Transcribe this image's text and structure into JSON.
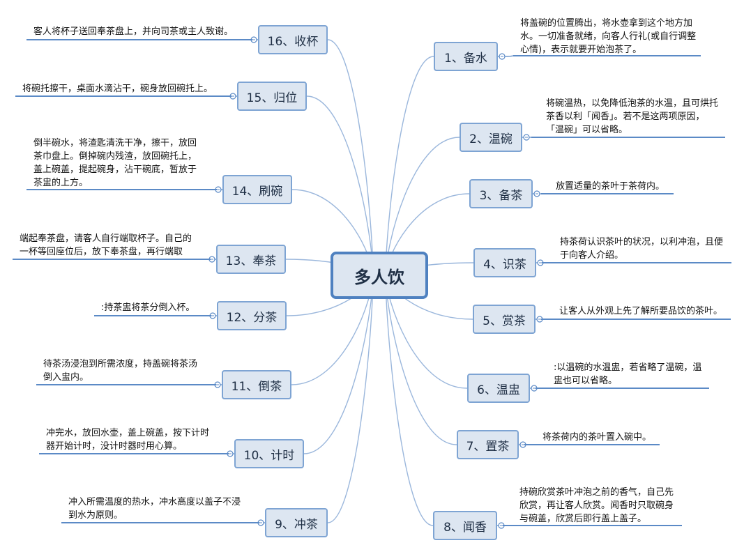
{
  "center": {
    "label": "多人饮"
  },
  "steps": [
    {
      "label": "1、备水",
      "note": "将盖碗的位置腾出，将水壶拿到这个地方加\n水。一切准备就绪，向客人行礼(或自行调整\n心情)，表示就要开始泡茶了。"
    },
    {
      "label": "2、温碗",
      "note": "将碗温热，以免降低泡茶的水温，且可烘托\n茶香以利「闻香」。若不是这两项原因，\n「温碗」可以省略。"
    },
    {
      "label": "3、备茶",
      "note": "放置适量的茶叶于茶荷内。"
    },
    {
      "label": "4、识茶",
      "note": "持茶荷认识茶叶的状况，以利冲泡，且便\n于向客人介绍。"
    },
    {
      "label": "5、赏茶",
      "note": "让客人从外观上先了解所要品饮的茶叶。"
    },
    {
      "label": "6、温盅",
      "note": ":以温碗的水温盅，若省略了温碗，温\n盅也可以省略。"
    },
    {
      "label": "7、置茶",
      "note": "将茶荷内的茶叶置入碗中。"
    },
    {
      "label": "8、闻香",
      "note": "持碗欣赏茶叶冲泡之前的香气，自己先\n欣赏，再让客人欣赏。闻香时只取碗身\n与碗盖，欣赏后即行盖上盖子。"
    },
    {
      "label": "9、冲茶",
      "note": "冲入所需温度的热水，冲水高度以盖子不浸\n到水为原则。"
    },
    {
      "label": "10、计时",
      "note": "冲完水，放回水壶，盖上碗盖，按下计时\n器开始计时，没计时器时用心算。"
    },
    {
      "label": "11、倒茶",
      "note": "待茶汤浸泡到所需浓度，持盖碗将茶汤\n倒入盅内。"
    },
    {
      "label": "12、分茶",
      "note": ":持茶盅将茶分倒入杯。"
    },
    {
      "label": "13、奉茶",
      "note": "端起奉茶盘，请客人自行端取杯子。自己的\n一杯等回座位后，放下奉茶盘，再行端取"
    },
    {
      "label": "14、刷碗",
      "note": "倒半碗水，将渣匙清洗干净，擦干，放回\n茶巾盘上。倒掉碗内残渣，放回碗托上，\n盖上碗盖，提起碗身，沾干碗底，暂放于\n茶盅的上方。"
    },
    {
      "label": "15、归位",
      "note": "将碗托擦干，桌面水滴沾干，碗身放回碗托上。"
    },
    {
      "label": "16、收杯",
      "note": "客人将杯子送回奉茶盘上，并向司茶或主人致谢。"
    }
  ]
}
